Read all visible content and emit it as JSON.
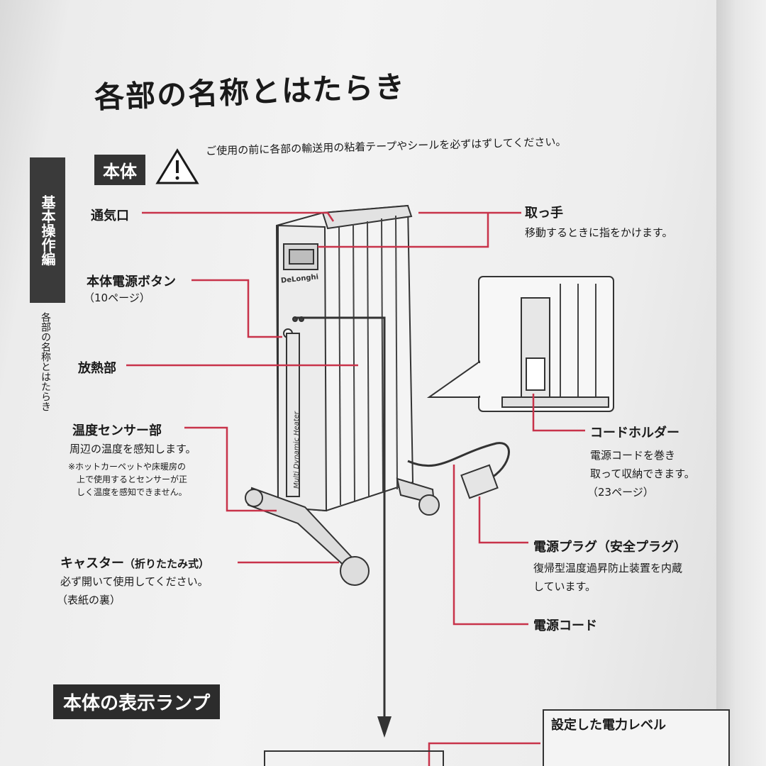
{
  "page": {
    "title": "各部の名称とはたらき",
    "sidebar_tab": "基本操作編",
    "sidebar_text": "各部の名称とはたらき"
  },
  "section_body": {
    "tag": "本体",
    "notice": "ご使用の前に各部の輸送用の粘着テープやシールを必ずはずしてください。"
  },
  "parts": {
    "vent": {
      "label": "通気口"
    },
    "power_button": {
      "label": "本体電源ボタン",
      "ref": "（10ページ）"
    },
    "radiator": {
      "label": "放熱部"
    },
    "temp_sensor": {
      "label": "温度センサー部",
      "desc": "周辺の温度を感知します。",
      "note_1": "※ホットカーペットや床暖房の",
      "note_2": "上で使用するとセンサーが正",
      "note_3": "しく温度を感知できません。"
    },
    "caster": {
      "label": "キャスター",
      "label_suffix": "（折りたたみ式）",
      "desc": "必ず開いて使用してください。",
      "ref": "（表紙の裏）"
    },
    "handle": {
      "label": "取っ手",
      "desc": "移動するときに指をかけます。"
    },
    "cord_holder": {
      "label": "コードホルダー",
      "desc_1": "電源コードを巻き",
      "desc_2": "取って収納できます。",
      "ref": "（23ページ）"
    },
    "plug": {
      "label": "電源プラグ（安全プラグ）",
      "desc_1": "復帰型温度過昇防止装置を内蔵",
      "desc_2": "しています。"
    },
    "cord": {
      "label": "電源コード"
    }
  },
  "heater_markings": {
    "brand": "DeLonghi",
    "model_text": "Multi Dynamic Heater"
  },
  "section_lamp": {
    "tag": "本体の表示ランプ"
  },
  "power_level": {
    "label": "設定した電力レベル"
  },
  "colors": {
    "leader_line": "#c8334a",
    "tag_bg": "#333333"
  }
}
